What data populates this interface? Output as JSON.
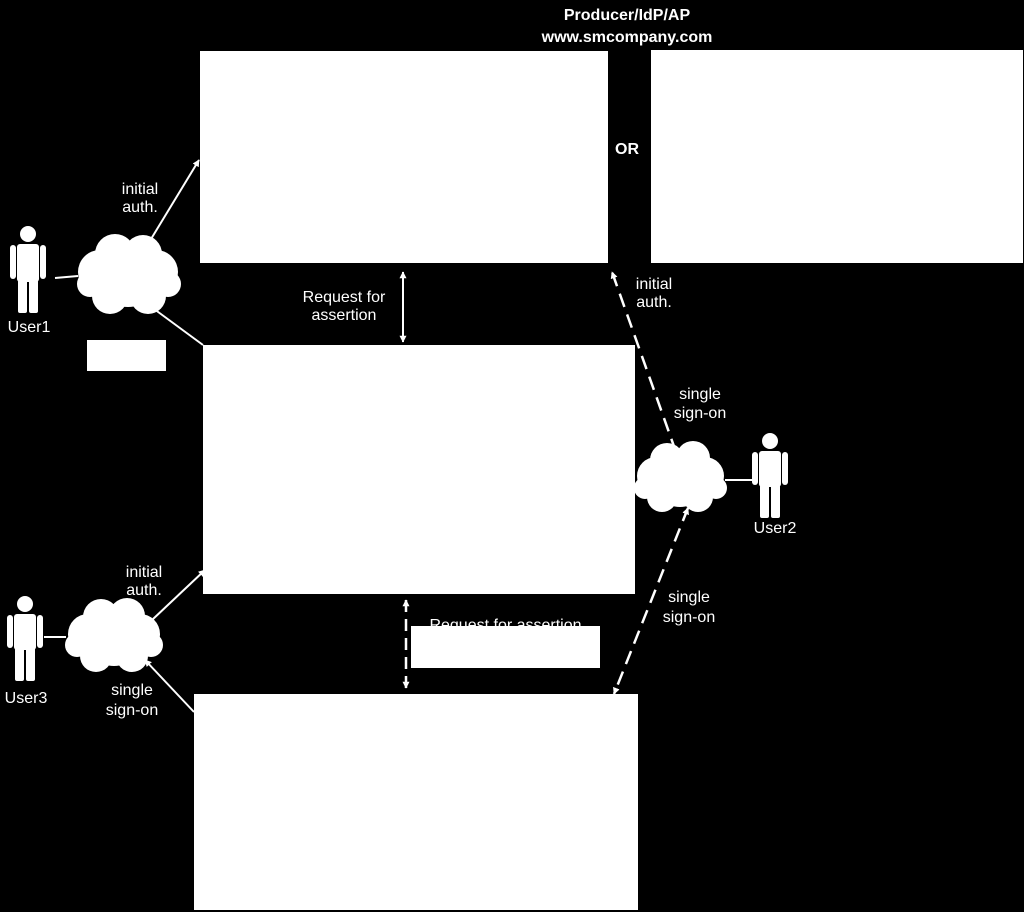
{
  "header": {
    "title_line1": "Producer/IdP/AP",
    "title_line2": "www.smcompany.com"
  },
  "or_label": "OR",
  "users": {
    "user1": "User1",
    "user2": "User2",
    "user3": "User3"
  },
  "labels": {
    "user1_initial_auth_line1": "initial",
    "user1_initial_auth_line2": "auth.",
    "request_assertion_line1": "Request for",
    "request_assertion_line2": "assertion",
    "user2_initial_auth_line1": "initial",
    "user2_initial_auth_line2": "auth.",
    "user2_sso_upper_line1": "single",
    "user2_sso_upper_line2": "sign-on",
    "user2_sso_lower_line1": "single",
    "user2_sso_lower_line2": "sign-on",
    "user3_initial_auth_line1": "initial",
    "user3_initial_auth_line2": "auth.",
    "user3_sso_line1": "single",
    "user3_sso_line2": "sign-on",
    "request_assertion_lower": "Request for assertion"
  },
  "colors": {
    "background": "#000000",
    "foreground": "#ffffff"
  }
}
